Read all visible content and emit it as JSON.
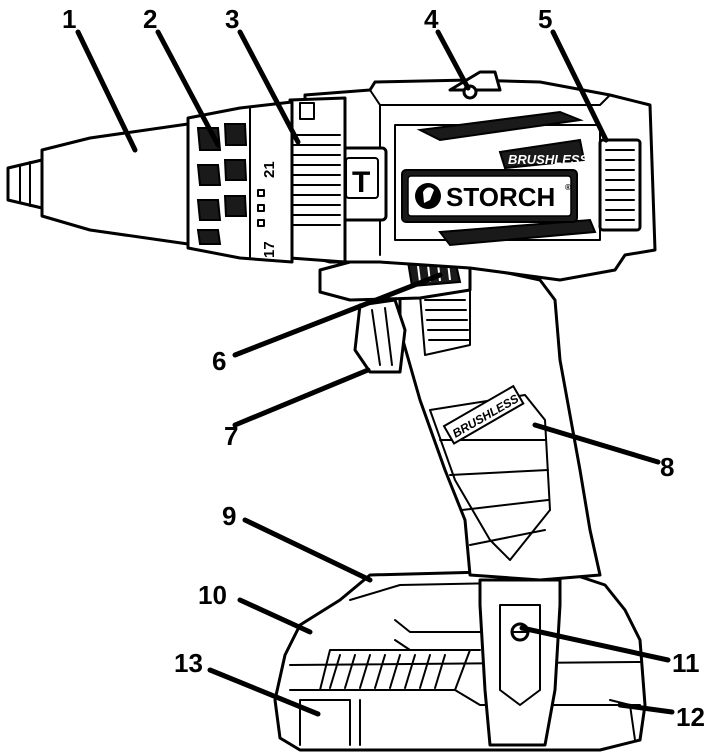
{
  "branding": {
    "brand_name": "STORCH",
    "registered_mark": "®",
    "badge_top": "BRUSHLESS",
    "badge_grip": "BRUSHLESS",
    "logo_t": "T"
  },
  "torque_ring": {
    "label_top": "21",
    "label_bottom": "17"
  },
  "callouts": [
    {
      "id": "1",
      "label": "1"
    },
    {
      "id": "2",
      "label": "2"
    },
    {
      "id": "3",
      "label": "3"
    },
    {
      "id": "4",
      "label": "4"
    },
    {
      "id": "5",
      "label": "5"
    },
    {
      "id": "6",
      "label": "6"
    },
    {
      "id": "7",
      "label": "7"
    },
    {
      "id": "8",
      "label": "8"
    },
    {
      "id": "9",
      "label": "9"
    },
    {
      "id": "10",
      "label": "10"
    },
    {
      "id": "11",
      "label": "11"
    },
    {
      "id": "12",
      "label": "12"
    },
    {
      "id": "13",
      "label": "13"
    }
  ],
  "colors": {
    "line": "#000000",
    "background": "#ffffff"
  }
}
